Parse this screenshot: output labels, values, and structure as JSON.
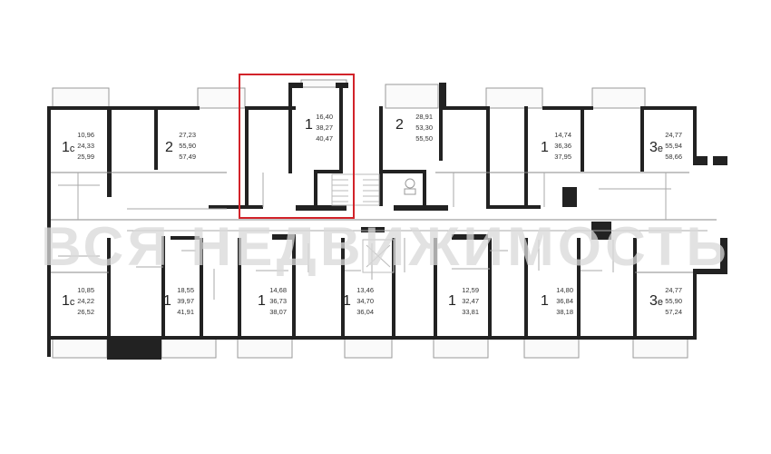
{
  "watermark": "ВСЯ НЕДВИЖИМОСТЬ",
  "colors": {
    "wall": "#222222",
    "highlight": "#d2232a",
    "watermark": "#d9d9d9"
  },
  "selected_unit_index": 2,
  "units": [
    {
      "id": "top-1",
      "type": "1",
      "suffix": "c",
      "areas": [
        "10,96",
        "24,33",
        "25,99"
      ]
    },
    {
      "id": "top-2",
      "type": "2",
      "suffix": "",
      "areas": [
        "27,23",
        "55,90",
        "57,49"
      ]
    },
    {
      "id": "top-3",
      "type": "1",
      "suffix": "",
      "areas": [
        "16,40",
        "38,27",
        "40,47"
      ]
    },
    {
      "id": "top-4",
      "type": "2",
      "suffix": "",
      "areas": [
        "28,91",
        "53,30",
        "55,50"
      ]
    },
    {
      "id": "top-5",
      "type": "1",
      "suffix": "",
      "areas": [
        "14,74",
        "36,36",
        "37,95"
      ]
    },
    {
      "id": "top-6",
      "type": "3",
      "suffix": "e",
      "areas": [
        "24,77",
        "55,94",
        "58,66"
      ]
    },
    {
      "id": "bot-1",
      "type": "1",
      "suffix": "c",
      "areas": [
        "10,85",
        "24,22",
        "26,52"
      ]
    },
    {
      "id": "bot-2",
      "type": "1",
      "suffix": "",
      "areas": [
        "18,55",
        "39,97",
        "41,91"
      ]
    },
    {
      "id": "bot-3",
      "type": "1",
      "suffix": "",
      "areas": [
        "14,68",
        "36,73",
        "38,07"
      ]
    },
    {
      "id": "bot-4",
      "type": "1",
      "suffix": "",
      "areas": [
        "13,46",
        "34,70",
        "36,04"
      ]
    },
    {
      "id": "bot-5",
      "type": "1",
      "suffix": "",
      "areas": [
        "12,59",
        "32,47",
        "33,81"
      ]
    },
    {
      "id": "bot-6",
      "type": "1",
      "suffix": "",
      "areas": [
        "14,80",
        "36,84",
        "38,18"
      ]
    },
    {
      "id": "bot-7",
      "type": "3",
      "suffix": "e",
      "areas": [
        "24,77",
        "55,90",
        "57,24"
      ]
    }
  ]
}
